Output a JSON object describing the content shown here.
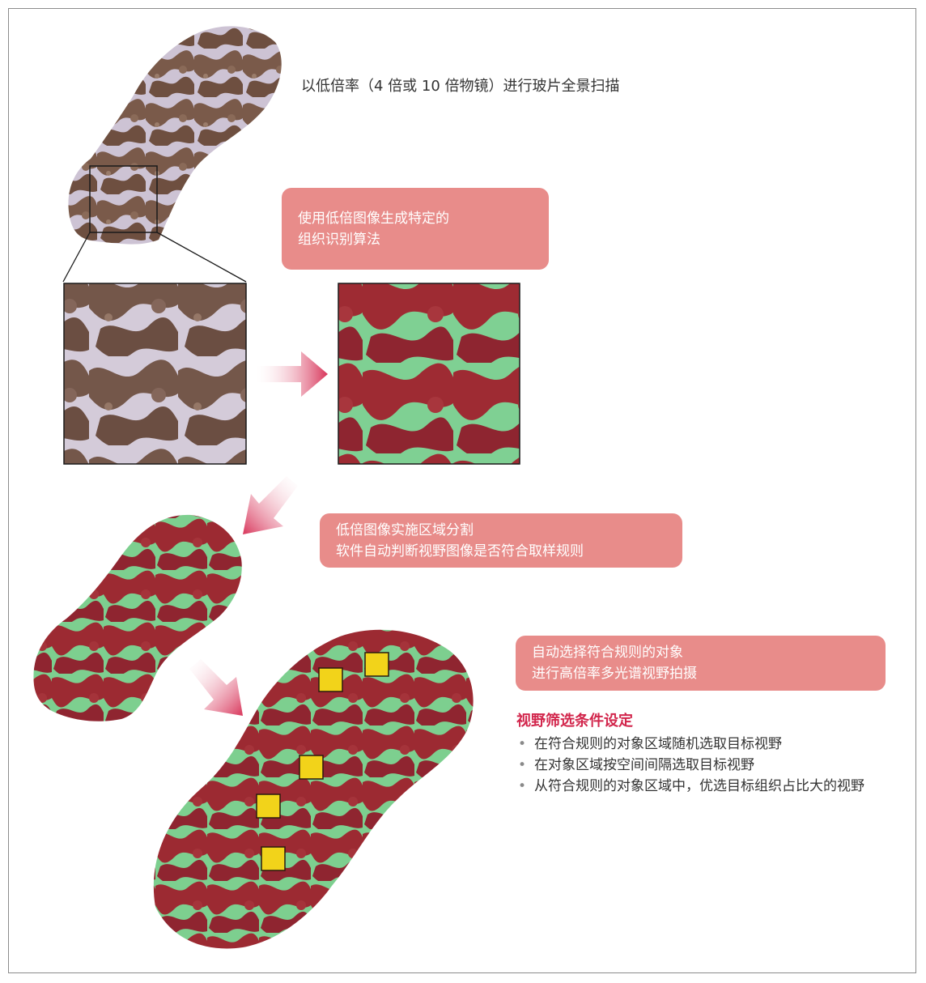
{
  "steps": {
    "scan_caption": "以低倍率（4 倍或 10 倍物镜）进行玻片全景扫描",
    "algorithm": [
      "使用低倍图像生成特定的",
      "组织识别算法"
    ],
    "segmentation": [
      "低倍图像实施区域分割",
      "软件自动判断视野图像是否符合取样规则"
    ],
    "capture": [
      "自动选择符合规则的对象",
      "进行高倍率多光谱视野拍摄"
    ]
  },
  "criteria": {
    "title": "视野筛选条件设定",
    "items": [
      "在符合规则的对象区域随机选取目标视野",
      "在对象区域按空间间隔选取目标视野",
      "从符合规则的对象区域中，优选目标组织占比大的视野"
    ]
  },
  "colors": {
    "pill": "#e88c8a",
    "arrow": "#d8355a",
    "criteria_title": "#d2264c",
    "tissue_brown": "#7a5a4a",
    "stroma_lavender": "#cfc6d6",
    "tumor_red": "#9c2a32",
    "stroma_green": "#7dcf8f",
    "field_yellow": "#f2d31a"
  },
  "icons": [
    "zoom-box",
    "arrow-right",
    "arrow-down-left",
    "arrow-down-right"
  ]
}
